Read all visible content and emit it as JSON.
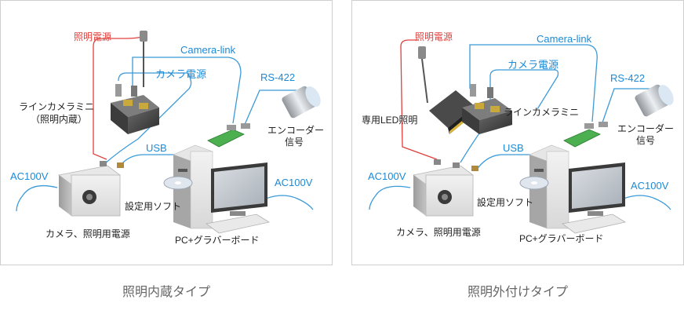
{
  "left": {
    "caption": "照明内蔵タイプ",
    "labels": {
      "light_power": "照明電源",
      "camera_link": "Camera-link",
      "camera_power": "カメラ電源",
      "rs422": "RS-422",
      "line_camera_1": "ラインカメラミニ",
      "line_camera_2": "（照明内蔵）",
      "encoder_1": "エンコーダー",
      "encoder_2": "信号",
      "usb": "USB",
      "ac100v_left": "AC100V",
      "ac100v_right": "AC100V",
      "setting_software": "設定用ソフト",
      "power_supply": "カメラ、照明用電源",
      "pc": "PC+グラバーボード"
    }
  },
  "right": {
    "caption": "照明外付けタイプ",
    "labels": {
      "light_power": "照明電源",
      "camera_link": "Camera-link",
      "camera_power": "カメラ電源",
      "rs422": "RS-422",
      "led_light": "専用LED照明",
      "line_camera": "ラインカメラミニ",
      "encoder_1": "エンコーダー",
      "encoder_2": "信号",
      "usb": "USB",
      "ac100v_left": "AC100V",
      "ac100v_right": "AC100V",
      "setting_software": "設定用ソフト",
      "power_supply": "カメラ、照明用電源",
      "pc": "PC+グラバーボード"
    }
  },
  "colors": {
    "cable_blue": "#3b9ad8",
    "cable_red": "#e0403c",
    "label_blue": "#1c8ad6",
    "board_green": "#4caf50"
  }
}
